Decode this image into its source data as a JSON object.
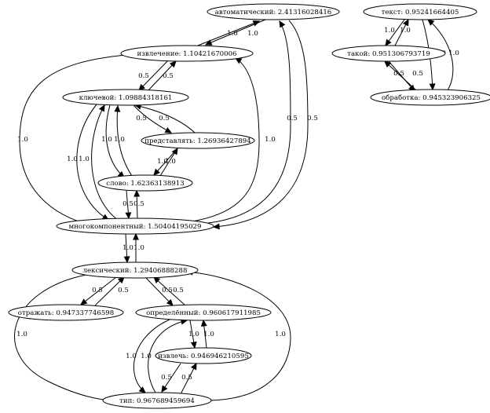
{
  "graph": {
    "nodes": [
      {
        "id": "avtomaticheskiy",
        "label": "автоматический: 2.41316028416"
      },
      {
        "id": "izvlechenie",
        "label": "извлечение: 1.10421670006"
      },
      {
        "id": "klyuchevoy",
        "label": "ключевой: 1.09884318161"
      },
      {
        "id": "predstavlyat",
        "label": "представлять: 1.26936427894"
      },
      {
        "id": "slovo",
        "label": "слово: 1.62363138913"
      },
      {
        "id": "mnogokomponentnyy",
        "label": "многокомпонентный: 1.50404195029"
      },
      {
        "id": "leksicheskiy",
        "label": "лексический: 1.29406888288"
      },
      {
        "id": "otrazhat",
        "label": "отражать: 0.947337746598"
      },
      {
        "id": "opredelennyy",
        "label": "определённый: 0.960617911985"
      },
      {
        "id": "izvlech",
        "label": "извлечь: 0.946946210595"
      },
      {
        "id": "tip",
        "label": "тип: 0.967689459694"
      },
      {
        "id": "tekst",
        "label": "текст: 0.95241664405"
      },
      {
        "id": "takoy",
        "label": "такой: 0.951306793719"
      },
      {
        "id": "obrabotka",
        "label": "обработка: 0.945323906325"
      }
    ],
    "edges": [
      {
        "from": "izvlechenie",
        "to": "avtomaticheskiy",
        "weight": "1.0"
      },
      {
        "from": "avtomaticheskiy",
        "to": "izvlechenie",
        "weight": "1.0"
      },
      {
        "from": "mnogokomponentnyy",
        "to": "avtomaticheskiy",
        "weight": "0.5"
      },
      {
        "from": "avtomaticheskiy",
        "to": "mnogokomponentnyy",
        "weight": "0.5"
      },
      {
        "from": "izvlechenie",
        "to": "klyuchevoy",
        "weight": "0.5"
      },
      {
        "from": "klyuchevoy",
        "to": "izvlechenie",
        "weight": "0.5"
      },
      {
        "from": "izvlechenie",
        "to": "mnogokomponentnyy",
        "weight": "1.0"
      },
      {
        "from": "mnogokomponentnyy",
        "to": "izvlechenie",
        "weight": "1.0"
      },
      {
        "from": "klyuchevoy",
        "to": "predstavlyat",
        "weight": "0.5"
      },
      {
        "from": "predstavlyat",
        "to": "klyuchevoy",
        "weight": "0.5"
      },
      {
        "from": "klyuchevoy",
        "to": "slovo",
        "weight": "1.0"
      },
      {
        "from": "slovo",
        "to": "klyuchevoy",
        "weight": "1.0"
      },
      {
        "from": "klyuchevoy",
        "to": "mnogokomponentnyy",
        "weight": "1.0"
      },
      {
        "from": "mnogokomponentnyy",
        "to": "klyuchevoy",
        "weight": "1.0"
      },
      {
        "from": "predstavlyat",
        "to": "slovo",
        "weight": "1.0"
      },
      {
        "from": "slovo",
        "to": "predstavlyat",
        "weight": "1.0"
      },
      {
        "from": "slovo",
        "to": "mnogokomponentnyy",
        "weight": "0.5"
      },
      {
        "from": "mnogokomponentnyy",
        "to": "slovo",
        "weight": "0.5"
      },
      {
        "from": "mnogokomponentnyy",
        "to": "leksicheskiy",
        "weight": "1.0"
      },
      {
        "from": "leksicheskiy",
        "to": "mnogokomponentnyy",
        "weight": "1.0"
      },
      {
        "from": "leksicheskiy",
        "to": "otrazhat",
        "weight": "0.5"
      },
      {
        "from": "otrazhat",
        "to": "leksicheskiy",
        "weight": "0.5"
      },
      {
        "from": "leksicheskiy",
        "to": "opredelennyy",
        "weight": "0.5"
      },
      {
        "from": "opredelennyy",
        "to": "leksicheskiy",
        "weight": "0.5"
      },
      {
        "from": "leksicheskiy",
        "to": "tip",
        "weight": "1.0"
      },
      {
        "from": "tip",
        "to": "leksicheskiy",
        "weight": "1.0"
      },
      {
        "from": "opredelennyy",
        "to": "izvlech",
        "weight": "1.0"
      },
      {
        "from": "izvlech",
        "to": "opredelennyy",
        "weight": "1.0"
      },
      {
        "from": "opredelennyy",
        "to": "tip",
        "weight": "1.0"
      },
      {
        "from": "tip",
        "to": "opredelennyy",
        "weight": "1.0"
      },
      {
        "from": "izvlech",
        "to": "tip",
        "weight": "0.5"
      },
      {
        "from": "tip",
        "to": "izvlech",
        "weight": "0.5"
      },
      {
        "from": "tekst",
        "to": "takoy",
        "weight": "1.0"
      },
      {
        "from": "takoy",
        "to": "tekst",
        "weight": "1.0"
      },
      {
        "from": "tekst",
        "to": "obrabotka",
        "weight": "1.0"
      },
      {
        "from": "obrabotka",
        "to": "tekst",
        "weight": "1.0"
      },
      {
        "from": "takoy",
        "to": "obrabotka",
        "weight": "0.5"
      },
      {
        "from": "obrabotka",
        "to": "takoy",
        "weight": "0.5"
      }
    ]
  }
}
